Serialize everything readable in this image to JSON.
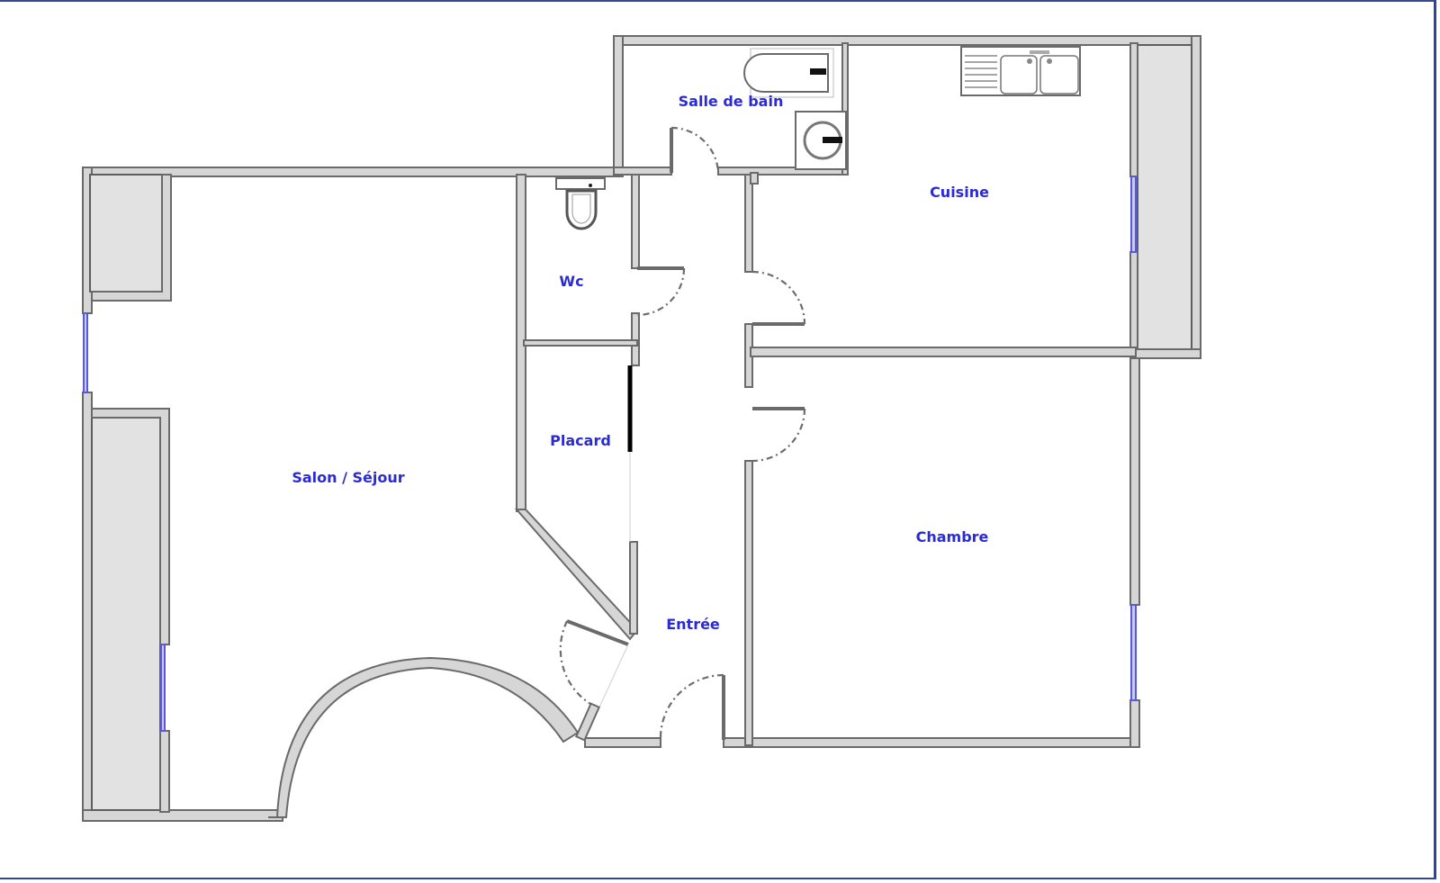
{
  "plan": {
    "rooms": [
      {
        "id": "salon",
        "label": "Salon / Séjour"
      },
      {
        "id": "sdb",
        "label": "Salle de bain"
      },
      {
        "id": "cuisine",
        "label": "Cuisine"
      },
      {
        "id": "wc",
        "label": "Wc"
      },
      {
        "id": "placard",
        "label": "Placard"
      },
      {
        "id": "entree",
        "label": "Entrée"
      },
      {
        "id": "chambre",
        "label": "Chambre"
      }
    ],
    "fixtures": [
      "bathtub",
      "washbasin",
      "double-sink",
      "toilet"
    ],
    "colors": {
      "wall_fill": "#d6d6d6",
      "wall_stroke": "#6a6a6a",
      "balcony_fill": "#e2e2e2",
      "label": "#2b2bd6",
      "window": "#5a5ad8",
      "frame": "#2f43a0"
    }
  }
}
